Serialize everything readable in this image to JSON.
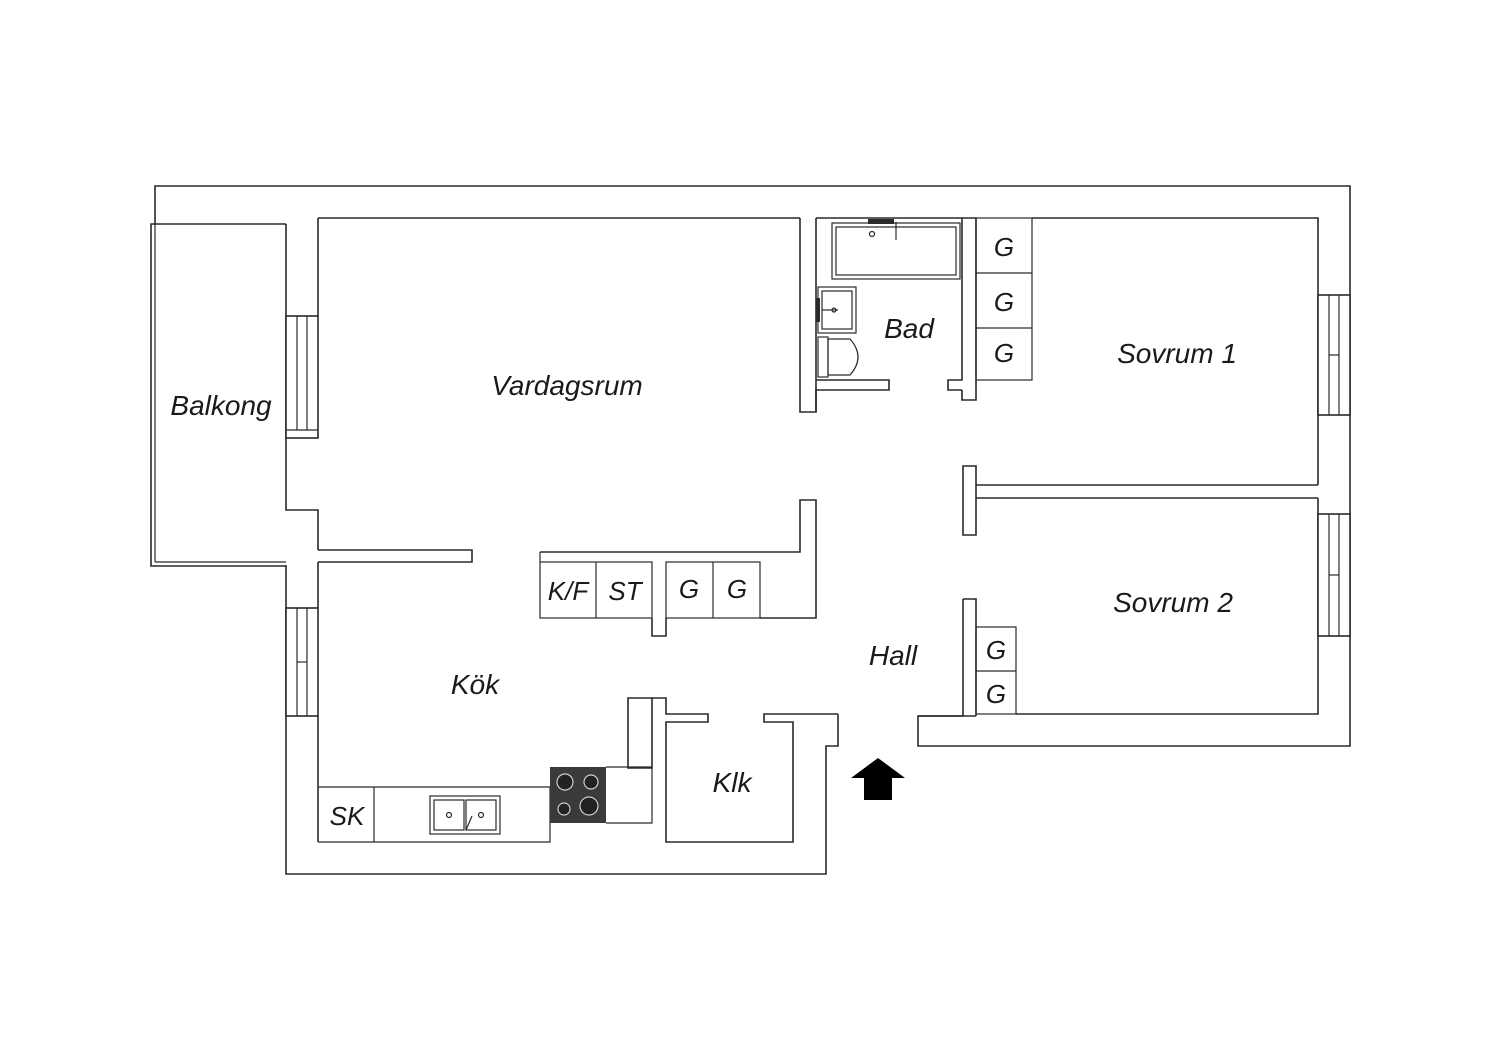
{
  "rooms": {
    "balcony": "Balkong",
    "living": "Vardagsrum",
    "bath": "Bad",
    "bedroom1": "Sovrum 1",
    "bedroom2": "Sovrum 2",
    "hall": "Hall",
    "kitchen": "Kök",
    "closet": "Klk"
  },
  "fixtures": {
    "wardrobe": "G",
    "fridge_freezer": "K/F",
    "storage": "ST",
    "broom_closet": "SK"
  },
  "colors": {
    "wall": "#2a2a2a",
    "stove": "#3a3a3a",
    "entrance_arrow": "#000000"
  },
  "icons": {
    "entrance": "entrance-arrow-icon",
    "sink": "kitchen-sink-icon",
    "stove": "stove-icon",
    "bathtub": "bathtub-icon",
    "washbasin": "washbasin-icon",
    "toilet": "toilet-icon"
  }
}
